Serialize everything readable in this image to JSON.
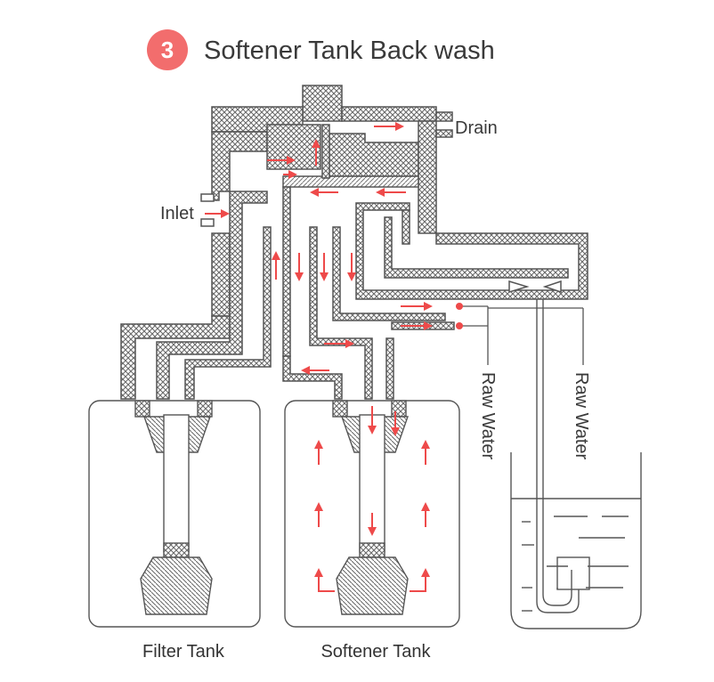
{
  "title": {
    "step_number": "3",
    "text": "Softener Tank Back wash"
  },
  "labels": {
    "drain": "Drain",
    "inlet": "Inlet",
    "raw_water_1": "Raw Water",
    "raw_water_2": "Raw Water",
    "filter_tank": "Filter Tank",
    "softener_tank": "Softener Tank"
  },
  "colors": {
    "accent": "#f26d6d",
    "arrow": "#ee4a4a",
    "outline": "#555555",
    "hatch": "#666666"
  },
  "icons": {
    "step_badge": "numbered-circle-icon",
    "flow_arrow": "red-arrow-icon"
  }
}
